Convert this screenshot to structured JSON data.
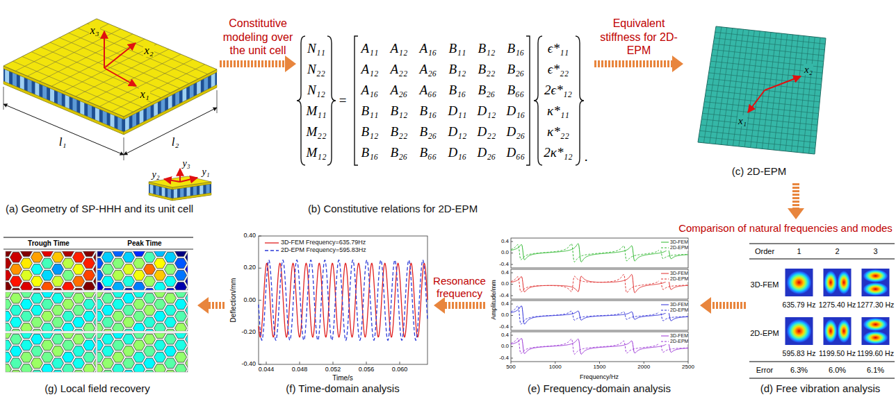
{
  "diagram": {
    "nodes": [
      {
        "text": [
          "(a) Geometry of SP-HHH and its unit cell"
        ]
      },
      {
        "text": [
          "(b) Constitutive relations for 2D-EPM"
        ]
      },
      {
        "text": [
          "(c) 2D-EPM"
        ]
      },
      {
        "text": [
          "(d) Free vibration analysis"
        ]
      },
      {
        "text": [
          "(e) Frequency-domain analysis"
        ]
      },
      {
        "text": [
          "(f) Time-domain analysis"
        ]
      },
      {
        "text": [
          "(g) Local field recovery"
        ]
      }
    ],
    "edges": [
      {
        "from": 0,
        "to": 1,
        "label": "Constitutive modeling over the unit cell",
        "arrow": "to"
      },
      {
        "from": 1,
        "to": 2,
        "label": "Equivalent stiffness for 2D-EPM",
        "arrow": "to"
      },
      {
        "from": 2,
        "to": 3,
        "label": "Comparison of natural frequencies and modes",
        "arrow": "to"
      },
      {
        "from": 3,
        "to": 4,
        "arrow": "to"
      },
      {
        "from": 4,
        "to": 5,
        "label": "Resonance frequency",
        "arrow": "to"
      },
      {
        "from": 5,
        "to": 6,
        "arrow": "to"
      }
    ],
    "labels": [
      "x₃",
      "x₂",
      "x₁",
      "l₁",
      "l₂",
      "y₃",
      "y₂",
      "y₁",
      "N₁₁",
      "N₂₂",
      "N₁₂",
      "M₁₁",
      "M₂₂",
      "M₁₂",
      "=",
      "A₁₁",
      "A₁₂",
      "A₁₆",
      "B₁₁",
      "B₁₂",
      "B₁₆",
      "A₁₂",
      "A₂₂",
      "A₂₆",
      "B₁₂",
      "B₂₂",
      "B₂₆",
      "A₁₆",
      "A₂₆",
      "A₆₆",
      "B₁₆",
      "B₂₆",
      "B₆₆",
      "B₁₁",
      "B₁₂",
      "B₁₆",
      "D₁₁",
      "D₁₂",
      "D₁₆",
      "B₁₂",
      "B₂₂",
      "B₂₆",
      "D₁₂",
      "D₂₂",
      "D₂₆",
      "B₁₆",
      "B₂₆",
      "B₆₆",
      "D₁₆",
      "D₂₆",
      "D₆₆",
      "ϵ*₁₁",
      "ϵ*₂₂",
      "2ϵ*₁₂",
      "κ*₁₁",
      "κ*₂₂",
      "2κ*₁₂",
      ".",
      "x₂",
      "x₁",
      "Order",
      "1",
      "2",
      "3",
      "3D-FEM",
      "635.79 Hz",
      "1275.40 Hz",
      "1277.30 Hz",
      "2D-EPM",
      "595.83 Hz",
      "1199.50 Hz",
      "1199.60 Hz",
      "Error",
      "6.3%",
      "6.0%",
      "6.1%",
      "0.4",
      "0.0",
      "-0.4",
      "0.4",
      "0.0",
      "-0.4",
      "0.4",
      "0.0",
      "-0.4",
      "0.4",
      "0.0",
      "-0.4",
      "Amplitude/mm",
      "500",
      "1000",
      "1500",
      "2000",
      "2500",
      "Frequency/Hz",
      "0.40",
      "0.20",
      "0.00",
      "-0.20",
      "-0.40",
      "0.044",
      "0.048",
      "0.052",
      "0.056",
      "0.060",
      "Deflection/mm",
      "Time/s",
      "Trough Time",
      "Peak Time"
    ],
    "legend": [
      {
        "text": "3D-FEM"
      },
      {
        "text": "2D-EPM"
      },
      {
        "text": "3D-FEM"
      },
      {
        "text": "2D-EPM"
      },
      {
        "text": "3D-FEM"
      },
      {
        "text": "2D-EPM"
      },
      {
        "text": "3D-FEM"
      },
      {
        "text": "2D-EPM"
      },
      {
        "text": "3D-FEM Frequency=635.79Hz"
      },
      {
        "text": "2D-EPM Frequency=595.83Hz"
      }
    ]
  }
}
